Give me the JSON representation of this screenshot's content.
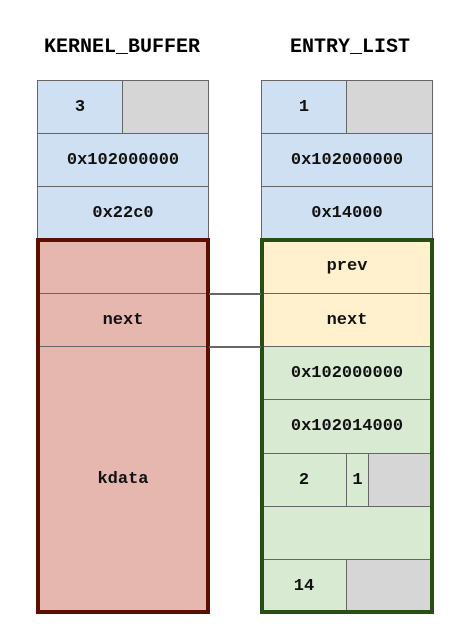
{
  "kernel_buffer": {
    "title": "KERNEL_BUFFER",
    "header_small": "3",
    "address": "0x102000000",
    "size": "0x22c0",
    "next_label": "next",
    "data_label": "kdata",
    "colors": {
      "header": "#cfe0f2",
      "body": "#e6b7ae",
      "border": "#5b0f00",
      "placeholder": "#d6d6d6"
    }
  },
  "entry_list": {
    "title": "ENTRY_LIST",
    "header_small": "1",
    "address": "0x102000000",
    "size": "0x14000",
    "prev_label": "prev",
    "next_label": "next",
    "addr_1": "0x102000000",
    "addr_2": "0x102014000",
    "val_a": "2",
    "val_b": "1",
    "val_bottom": "14",
    "colors": {
      "header": "#cfe0f2",
      "links": "#fff1cd",
      "body": "#d9ead3",
      "border": "#274e13",
      "placeholder": "#d6d6d6"
    }
  }
}
